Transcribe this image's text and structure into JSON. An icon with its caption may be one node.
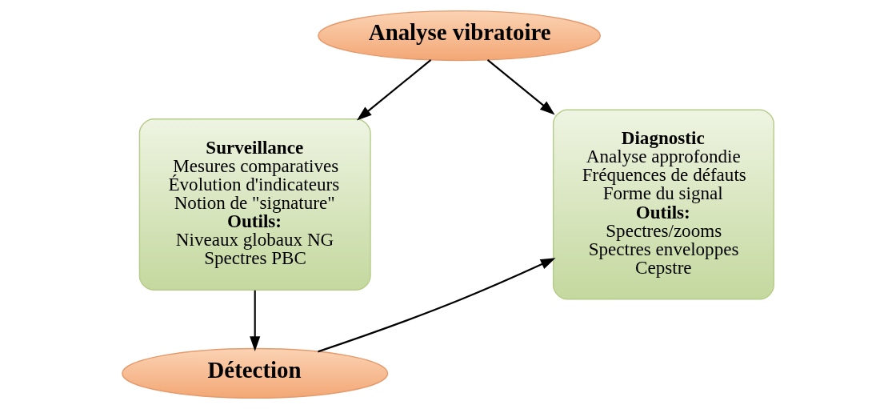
{
  "diagram": {
    "nodes": [
      {
        "text": [
          "Analyse vibratoire"
        ]
      },
      {
        "text": [
          "Surveillance",
          "Mesures comparatives",
          "Évolution d'indicateurs",
          "Notion de \"signature\"",
          "Outils:",
          "Niveaux globaux NG",
          "Spectres PBC"
        ]
      },
      {
        "text": [
          "Diagnostic",
          "Analyse approfondie",
          "Fréquences de défauts",
          "Forme du signal",
          "Outils:",
          "Spectres/zooms",
          "Spectres enveloppes",
          "Cepstre"
        ]
      },
      {
        "text": [
          "Détection"
        ]
      }
    ],
    "edges": [
      {
        "from": 0,
        "to": 1,
        "arrow": "to"
      },
      {
        "from": 0,
        "to": 2,
        "arrow": "to"
      },
      {
        "from": 1,
        "to": 3,
        "arrow": "to"
      },
      {
        "from": 3,
        "to": 2,
        "arrow": "to"
      }
    ]
  }
}
